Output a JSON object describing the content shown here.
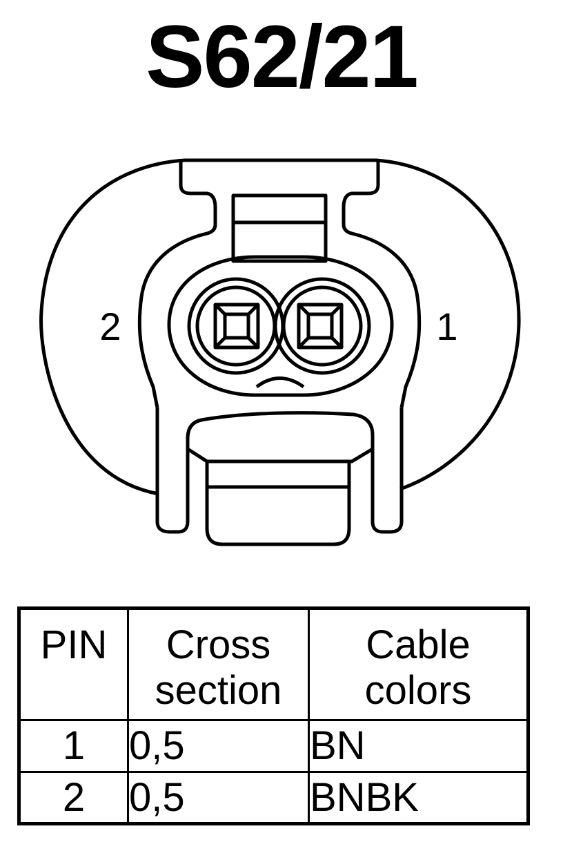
{
  "title": "S62/21",
  "pins": [
    {
      "label": "2",
      "side": "left"
    },
    {
      "label": "1",
      "side": "right"
    }
  ],
  "table": {
    "headers": {
      "pin": "PIN",
      "cross_section_line1": "Cross",
      "cross_section_line2": "section",
      "cable_colors_line1": "Cable",
      "cable_colors_line2": "colors"
    },
    "rows": [
      {
        "pin": "1",
        "cross_section": "0,5",
        "color": "BN"
      },
      {
        "pin": "2",
        "cross_section": "0,5",
        "color": "BNBK"
      }
    ]
  }
}
